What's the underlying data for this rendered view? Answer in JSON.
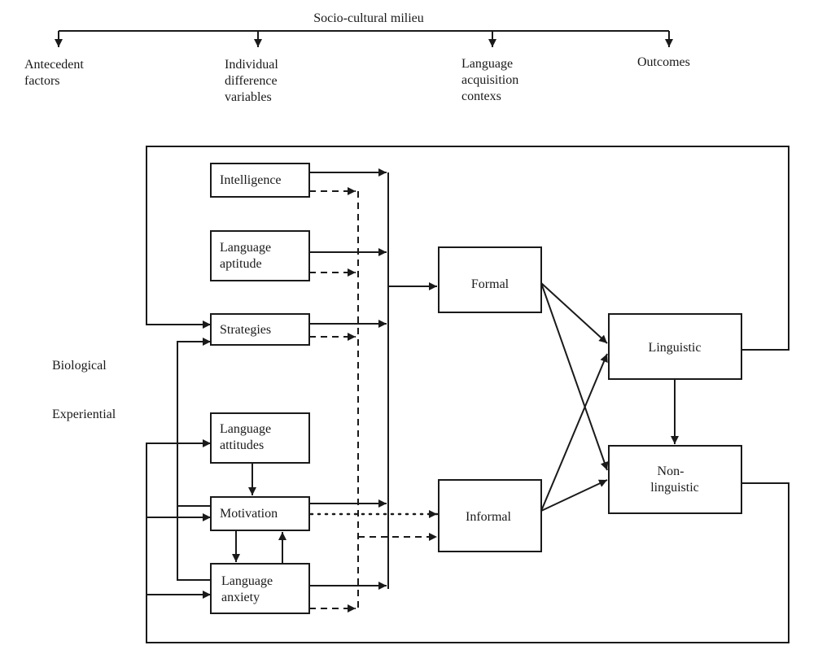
{
  "header": {
    "milieu": "Socio-cultural milieu",
    "antecedent": [
      "Antecedent",
      "factors"
    ],
    "individual": [
      "Individual",
      "difference",
      "variables"
    ],
    "contexts": [
      "Language",
      "acquisition",
      "contexs"
    ],
    "outcomes": "Outcomes"
  },
  "side_labels": {
    "biological": "Biological",
    "experiential": "Experiential"
  },
  "variables": {
    "intelligence": "Intelligence",
    "aptitude": [
      "Language",
      "aptitude"
    ],
    "strategies": "Strategies",
    "attitudes": [
      "Language",
      "attitudes"
    ],
    "motivation": "Motivation",
    "anxiety": [
      "Language",
      "anxiety"
    ]
  },
  "contexts": {
    "formal": "Formal",
    "informal": "Informal"
  },
  "outcomes": {
    "linguistic": "Linguistic",
    "nonlinguistic": [
      "Non-",
      "linguistic"
    ]
  }
}
